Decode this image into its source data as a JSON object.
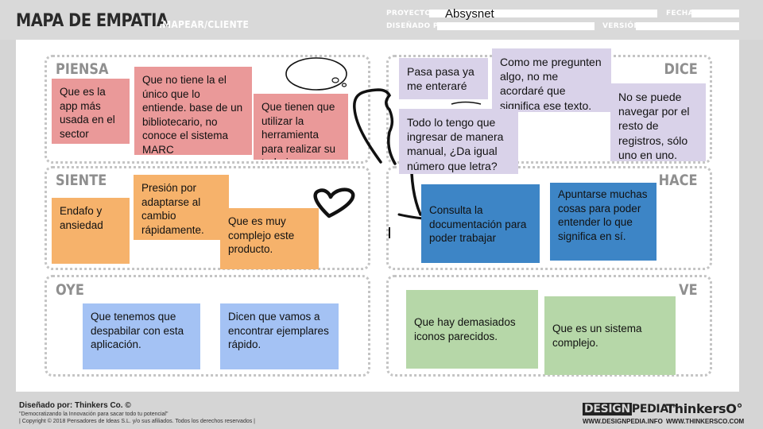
{
  "header": {
    "title": "MAPA DE EMPATIA",
    "subtitle": ".MAPEAR/CLIENTE",
    "labels": {
      "project": "PROYECTO",
      "designed_by": "DISEÑADO POR",
      "date": "FECHA",
      "version": "VERSIÓN"
    },
    "project_value": "Absysnet"
  },
  "quadrants": {
    "piensa": "PIENSA",
    "dice": "DICE",
    "siente": "SIENTE",
    "hace": "HACE",
    "oye": "OYE",
    "ve": "VE"
  },
  "notes": {
    "piensa": [
      "Que es la app más usada en el sector",
      "Que no tiene la el único que lo entiende. base de un bibliotecario, no conoce el sistema MARC",
      "Que tienen que utilizar la herramienta para realizar su trabajo."
    ],
    "dice": [
      "Pasa pasa ya me enteraré",
      "Como me pregunten algo, no me acordaré que significa ese texto.",
      "No se puede navegar por el resto de registros, sólo uno en uno.",
      "Todo lo tengo que ingresar de manera manual, ¿Da igual número que letra?"
    ],
    "siente": [
      "Endafo y ansiedad",
      "Presión por adaptarse al cambio rápidamente.",
      "Que es muy complejo este producto."
    ],
    "hace": [
      "Consulta la documentación para poder trabajar",
      "Apuntarse muchas cosas para poder entender lo que significa en sí."
    ],
    "oye": [
      "Que tenemos que despabilar con esta aplicación.",
      "Dicen que vamos a encontrar ejemplares rápido."
    ],
    "ve": [
      "Que hay demasiados iconos parecidos.",
      "Que es un sistema complejo."
    ]
  },
  "footer": {
    "designed_by": "Diseñado por: Thinkers Co. ©",
    "tagline": "\"Democratizando la Innovación para sacar todo tu potencial\"",
    "copyright": "| Copyright © 2018 Pensadores de Ideas S.L. y/o sus afiliados. Todos los derechos reservados |",
    "logo_design": "DESIGN",
    "logo_pedia": "PEDIA",
    "logo_tm": "™",
    "designpedia_url": "WWW.DESIGNPEDIA.INFO",
    "thinkers_logo": "ThinkersO°",
    "thinkers_url": "WWW.THINKERSCO.COM"
  },
  "colors": {
    "pink": "#ea9999",
    "orange": "#f6b26b",
    "blue": "#a4c2f4",
    "purple": "#d9d2e9",
    "dark_blue": "#3d85c6",
    "green": "#b6d7a8",
    "frame": "#d5d5d5"
  }
}
